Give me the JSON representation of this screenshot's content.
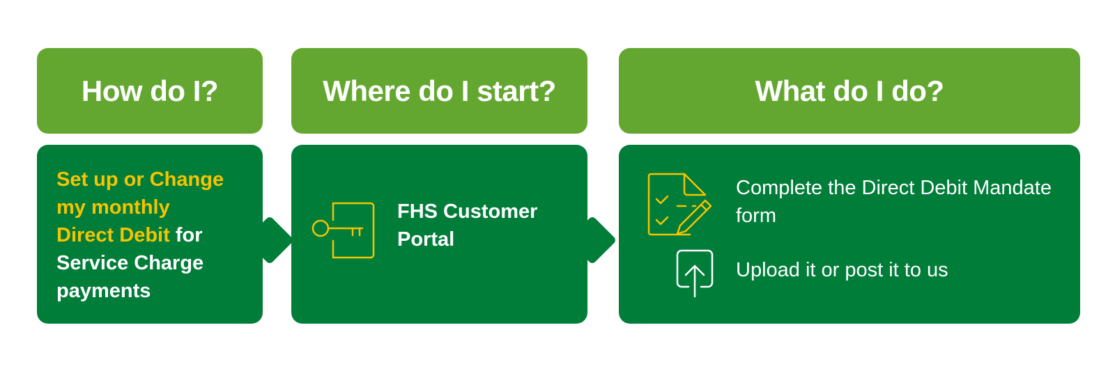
{
  "colors": {
    "light_green": "#63a730",
    "dark_green": "#017d3a",
    "accent_yellow": "#f5c400"
  },
  "headers": {
    "how": "How do I?",
    "where": "Where do I start?",
    "what": "What do I do?"
  },
  "task": {
    "highlight_line1": "Set up or Change",
    "highlight_line2": "my monthly",
    "highlight_line3": "Direct Debit",
    "rest_inline": " for",
    "rest_line4": "Service Charge",
    "rest_line5": "payments"
  },
  "start": {
    "icon": "key-icon",
    "label": "FHS Customer Portal"
  },
  "steps": [
    {
      "icon": "form-checklist-icon",
      "text": "Complete the Direct Debit Mandate form"
    },
    {
      "icon": "upload-icon",
      "text": "Upload it or post it to us"
    }
  ]
}
